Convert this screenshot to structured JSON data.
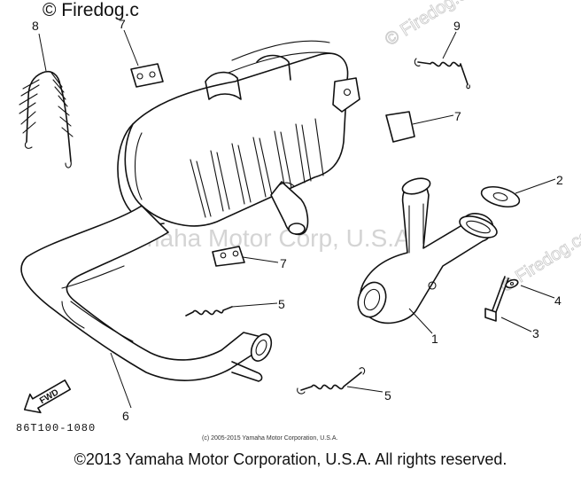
{
  "header_watermark": "© Firedog.c",
  "watermarks": {
    "firedog": "© Firedog.com",
    "yamaha": "Yamaha Motor Corp, U.S.A."
  },
  "callouts": [
    "1",
    "2",
    "3",
    "4",
    "5",
    "5",
    "6",
    "7",
    "7",
    "7",
    "8",
    "9"
  ],
  "part_number": "86T100-1080",
  "fwd_label": "FWD",
  "small_copyright": "(c) 2005-2015 Yamaha Motor Corporation, U.S.A.",
  "copyright": "©2013 Yamaha Motor Corporation, U.S.A. All rights reserved."
}
